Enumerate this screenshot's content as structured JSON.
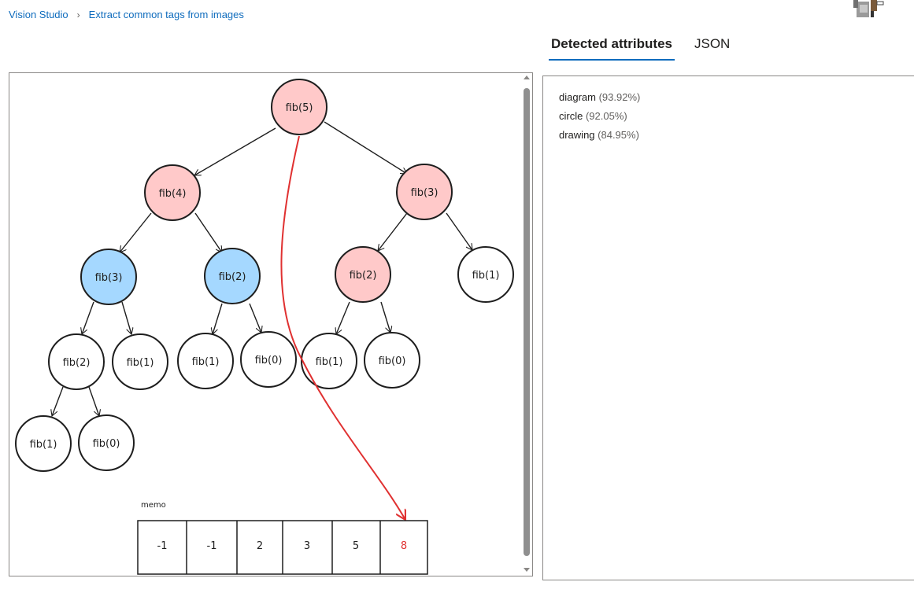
{
  "breadcrumb": {
    "home": "Vision Studio",
    "separator": "›",
    "current": "Extract common tags from images"
  },
  "tabs": [
    {
      "label": "Detected attributes",
      "active": true
    },
    {
      "label": "JSON",
      "active": false
    }
  ],
  "attributes": [
    {
      "name": "diagram",
      "confidence": "(93.92%)"
    },
    {
      "name": "circle",
      "confidence": "(92.05%)"
    },
    {
      "name": "drawing",
      "confidence": "(84.95%)"
    }
  ],
  "image": {
    "nodes": {
      "fib5": "fib(5)",
      "fib4": "fib(4)",
      "fib3_right": "fib(3)",
      "fib3_left": "fib(3)",
      "fib2_a": "fib(2)",
      "fib2_b": "fib(2)",
      "fib1_a": "fib(1)",
      "fib2_c": "fib(2)",
      "fib1_b": "fib(1)",
      "fib1_c": "fib(1)",
      "fib0_a": "fib(0)",
      "fib1_d": "fib(1)",
      "fib0_b": "fib(0)",
      "fib1_e": "fib(1)",
      "fib0_c": "fib(0)"
    },
    "memo_label": "memo",
    "memo": [
      "-1",
      "-1",
      "2",
      "3",
      "5",
      "8"
    ],
    "colors": {
      "pink": "#ffc9c9",
      "blue": "#a5d8ff",
      "arrow_red": "#e03131"
    }
  }
}
